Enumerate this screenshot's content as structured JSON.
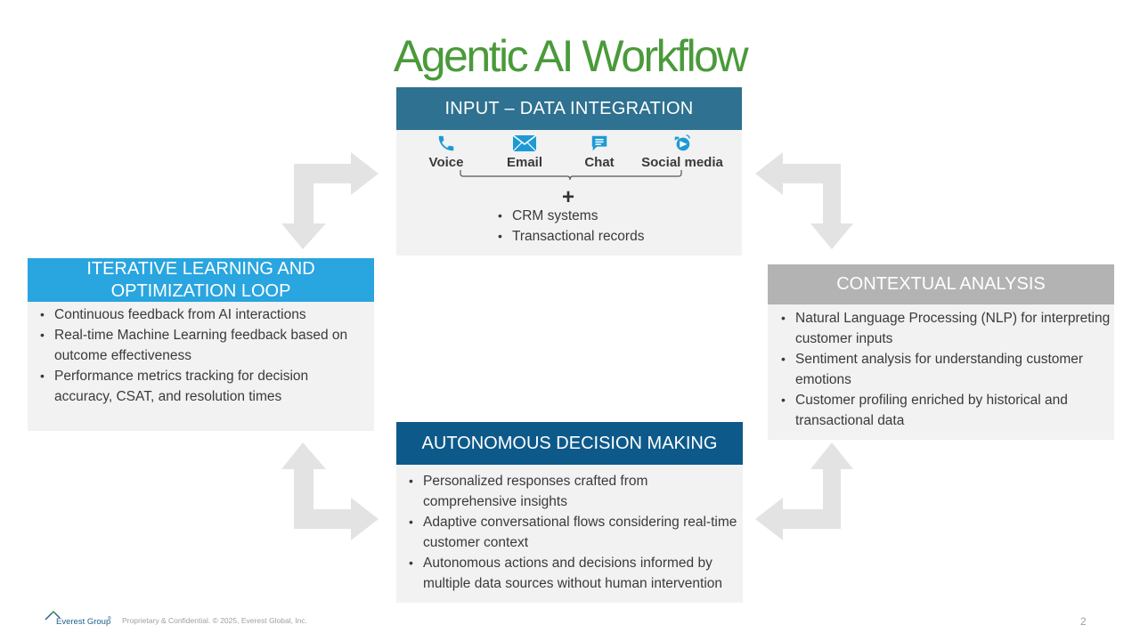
{
  "title": "Agentic AI Workflow",
  "colors": {
    "title": "#4a9a3a",
    "input_header": "#2e7190",
    "iterative_header": "#29a5e0",
    "contextual_header": "#b3b3b3",
    "autonomous_header": "#0d5a8a",
    "arrows": "#e3e3e3",
    "box_bg": "#f2f2f2"
  },
  "input": {
    "header": "INPUT – DATA INTEGRATION",
    "channels": [
      {
        "label": "Voice",
        "icon": "phone-icon"
      },
      {
        "label": "Email",
        "icon": "envelope-icon"
      },
      {
        "label": "Chat",
        "icon": "chat-icon"
      },
      {
        "label": "Social media",
        "icon": "social-media-icon"
      }
    ],
    "plus": "+",
    "bullets": [
      "CRM systems",
      "Transactional records"
    ]
  },
  "iterative": {
    "header_line1": "ITERATIVE LEARNING AND",
    "header_line2": "OPTIMIZATION LOOP",
    "bullets": [
      "Continuous feedback from AI interactions",
      "Real-time Machine Learning feedback based on outcome effectiveness",
      "Performance metrics tracking for decision accuracy, CSAT, and resolution times"
    ]
  },
  "contextual": {
    "header": "CONTEXTUAL ANALYSIS",
    "bullets": [
      "Natural Language Processing (NLP) for interpreting customer inputs",
      "Sentiment analysis for understanding customer emotions",
      "Customer profiling enriched by historical and transactional data"
    ]
  },
  "autonomous": {
    "header": "AUTONOMOUS DECISION MAKING",
    "bullets": [
      "Personalized responses crafted from comprehensive insights",
      "Adaptive conversational flows considering real-time customer context",
      "Autonomous actions and decisions informed by multiple data sources without human intervention"
    ]
  },
  "footer": {
    "logo_text": "Everest Group",
    "logo_mark": "®",
    "confidential": "Proprietary & Confidential. © 2025, Everest Global, Inc.",
    "page_number": "2"
  }
}
